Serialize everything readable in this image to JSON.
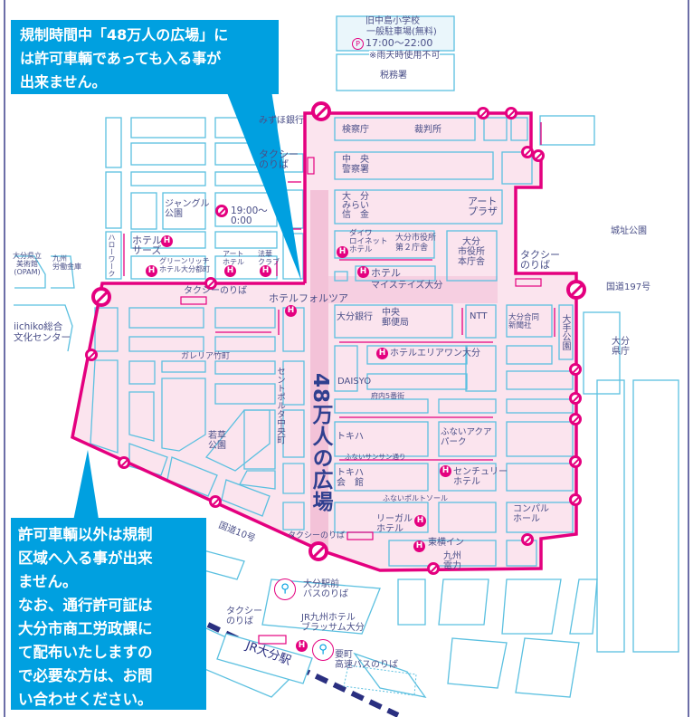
{
  "colors": {
    "restriction": "#e4007f",
    "callout": "#00a0e0",
    "block": "#5bc0e0",
    "zone_fill": "#fbe4ee",
    "plaza_fill": "#f3c2d8",
    "text": "#4a4f88"
  },
  "callouts": {
    "top": "規制時間中「48万人の広場」に\nは許可車輌であっても入る事が\n出来ません。",
    "bottom": "許可車輌以外は規制\n区域へ入る事が出来\nません。\nなお、通行許可証は\n大分市商工労政課に\nて配布いたしますの\nで必要な方は、お問\nい合わせください。"
  },
  "plaza_title": "48万人の広場",
  "parking": {
    "line1": "旧中島小学校",
    "line2": "一般駐車場(無料)",
    "hours": "17:00〜22:00",
    "note": "※雨天時使用不可",
    "icon": "P"
  },
  "restriction_time": "19:00〜\n0:00",
  "labels": {
    "zeimusho": "税務署",
    "mizuho": "みずほ銀行",
    "taxi1": "タクシー\nのりば",
    "jungle": "ジャングル\n公園",
    "hotel_sars": "ホテル\nサーズ",
    "hellowork": "ハローワーク",
    "greenrich": "グリーンリッチ\nホテル大分都町",
    "art_hotel": "アート\nホテル",
    "hokke": "法華\nクラブ",
    "taxi2": "タクシーのりば",
    "forza": "ホテルフォルツア",
    "kensatsu": "検察庁",
    "saibansho": "裁判所",
    "police": "中　央\n警察署",
    "mirai": "大　分\nみらい\n信　金",
    "art_plaza": "アート\nプラザ",
    "daiwa": "ダイワ\nロイネット\nホテル",
    "cityhall2": "大分市役所\n第２庁舎",
    "cityhall": "大分\n市役所\n本庁舎",
    "hotel_my": "ホテル",
    "mystays": "マイステイズ大分",
    "taxi3": "タクシー\nのりば",
    "castle_park": "城址公園",
    "route197": "国道197号",
    "pref_office": "大分\n県庁",
    "opam": "大分県立\n美術館\n(OPAM)",
    "rokin": "九州\n労働金庫",
    "iichiko": "iichiko総合\n文化センター",
    "oita_bank": "大分銀行",
    "post": "中央\n郵便局",
    "ntt": "NTT",
    "godo": "大分合同\n新聞社",
    "ote_park": "大手公園",
    "areaone": "ホテルエリアワン大分",
    "daisyo": "DAISYO",
    "funai5": "府内5番街",
    "galleria": "ガレリア竹町",
    "centporta": "セントポルタ中央町",
    "wakakusa": "若草\n公園",
    "tokiwa": "トキハ",
    "aqua": "ふないアクア\nパーク",
    "sansan": "ふないサンサン通り",
    "tokiwa_kaikan": "トキハ\n会　館",
    "century": "センチュリー\nホテル",
    "portsoul": "ふないポルトソール",
    "regal": "リーガル\nホテル",
    "compal": "コンパル\nホール",
    "toyoko": "東横イン",
    "kyuden": "九州\n電力",
    "taxi4": "タクシーのりば",
    "route10": "国道10号",
    "bus_front": "大分駅前\nバスのりば",
    "taxi5": "タクシー\nのりば",
    "blossom": "JR九州ホテル\nブラッサム大分",
    "highway_bus": "要町\n高速バスのりば",
    "station": "JR大分駅"
  }
}
